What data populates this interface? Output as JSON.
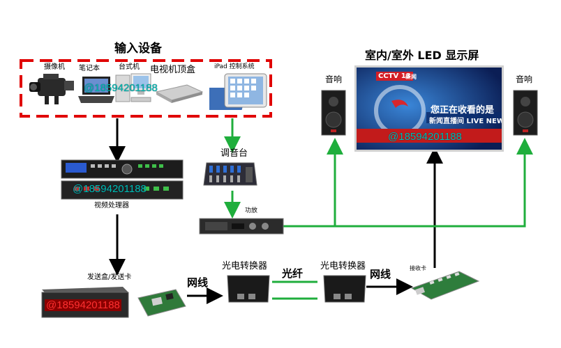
{
  "input_devices": {
    "title": "输入设备",
    "camera": "摄像机",
    "laptop": "笔记本",
    "desktop": "台式机",
    "settop": "电视机顶盒",
    "ipad": "iPad 控制系统"
  },
  "display": {
    "title": "室内/室外 LED 显示屏",
    "channel_logo": "CCTV 13",
    "channel_sub": "新闻",
    "screen_text": "您正在收看的是",
    "bar_text": "新闻直播间 LIVE NEWS"
  },
  "speakers": {
    "left": "音响",
    "right": "音响"
  },
  "mixer": "调音台",
  "amplifier": "功放",
  "video_processor": "视频处理器",
  "sender": "发送盒/发送卡",
  "converter_left": "光电转换器",
  "converter_right": "光电转换器",
  "receiver": "接收卡",
  "links": {
    "network_1": "网线",
    "fiber": "光纤",
    "network_2": "网线"
  },
  "watermarks": {
    "w1": "@18594201188",
    "w2": "@18594201188",
    "w3": "@18594201188",
    "w4": "@18594201188"
  },
  "colors": {
    "input_box_border": "#e00000",
    "audio_wire": "#1fae3c",
    "video_wire": "#000000"
  }
}
